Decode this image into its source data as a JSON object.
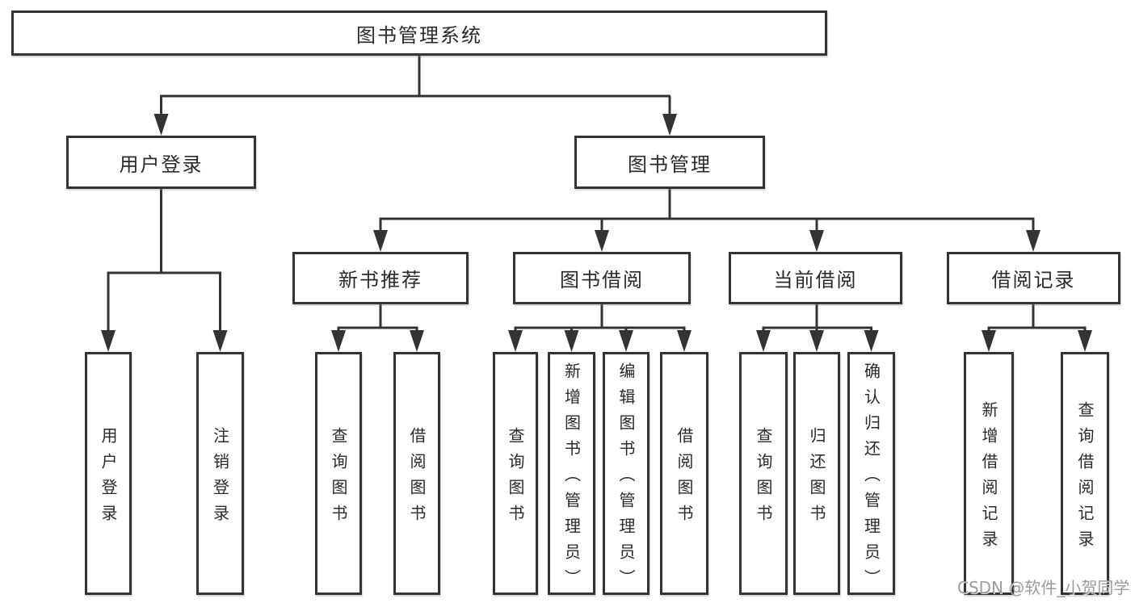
{
  "tree": {
    "root": "图书管理系统",
    "branches": [
      {
        "label": "用户登录",
        "children": [
          "用户登录",
          "注销登录"
        ]
      },
      {
        "label": "图书管理",
        "groups": [
          {
            "label": "新书推荐",
            "children": [
              "查询图书",
              "借阅图书"
            ]
          },
          {
            "label": "图书借阅",
            "children": [
              "查询图书",
              "新增图书（管理员）",
              "编辑图书（管理员）",
              "借阅图书"
            ]
          },
          {
            "label": "当前借阅",
            "children": [
              "查询图书",
              "归还图书",
              "确认归还（管理员）"
            ]
          },
          {
            "label": "借阅记录",
            "children": [
              "新增借阅记录",
              "查询借阅记录"
            ]
          }
        ]
      }
    ]
  },
  "watermark": {
    "text": "CSDN @软件_小贺同学"
  },
  "colors": {
    "line": "#333333",
    "text": "#2a2a2a",
    "box_bg": "#ffffff",
    "watermark": "#96969b"
  }
}
